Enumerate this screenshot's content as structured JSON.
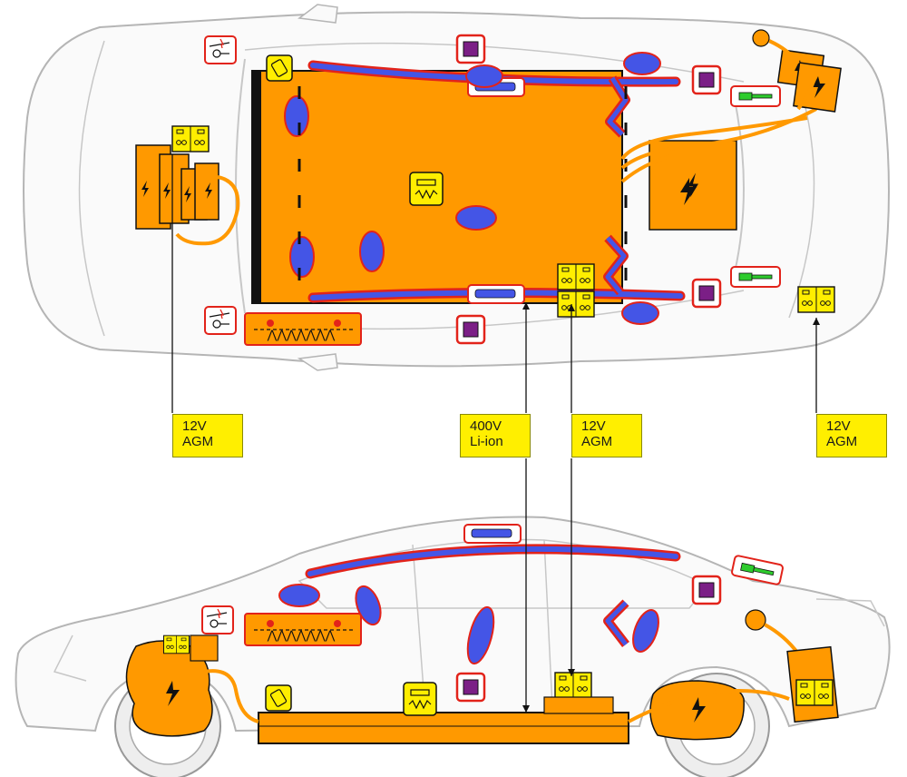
{
  "labels": {
    "front_12v": {
      "line1": "12V",
      "line2": "AGM"
    },
    "hv_battery": {
      "line1": "400V",
      "line2": "Li-ion"
    },
    "mid_12v": {
      "line1": "12V",
      "line2": "AGM"
    },
    "rear_12v": {
      "line1": "12V",
      "line2": "AGM"
    }
  },
  "colors": {
    "car_outline": "#b5b5b5",
    "hv_orange": "#ff9900",
    "battery_yellow": "#ffee00",
    "airbag_blue": "#4455e6",
    "danger_red": "#e2231a",
    "pretensioner_purple": "#7b1f86",
    "gas_spring_green": "#2ecc2e",
    "black": "#111111"
  },
  "icons": [
    "high-voltage-icon",
    "battery-12v-icon",
    "airbag-icon",
    "airbag-gas-generator-icon",
    "belt-pretensioner-icon",
    "gas-strut-icon",
    "control-unit-icon",
    "hood-actuator-icon",
    "fuse-icon",
    "reinforcement-icon"
  ]
}
